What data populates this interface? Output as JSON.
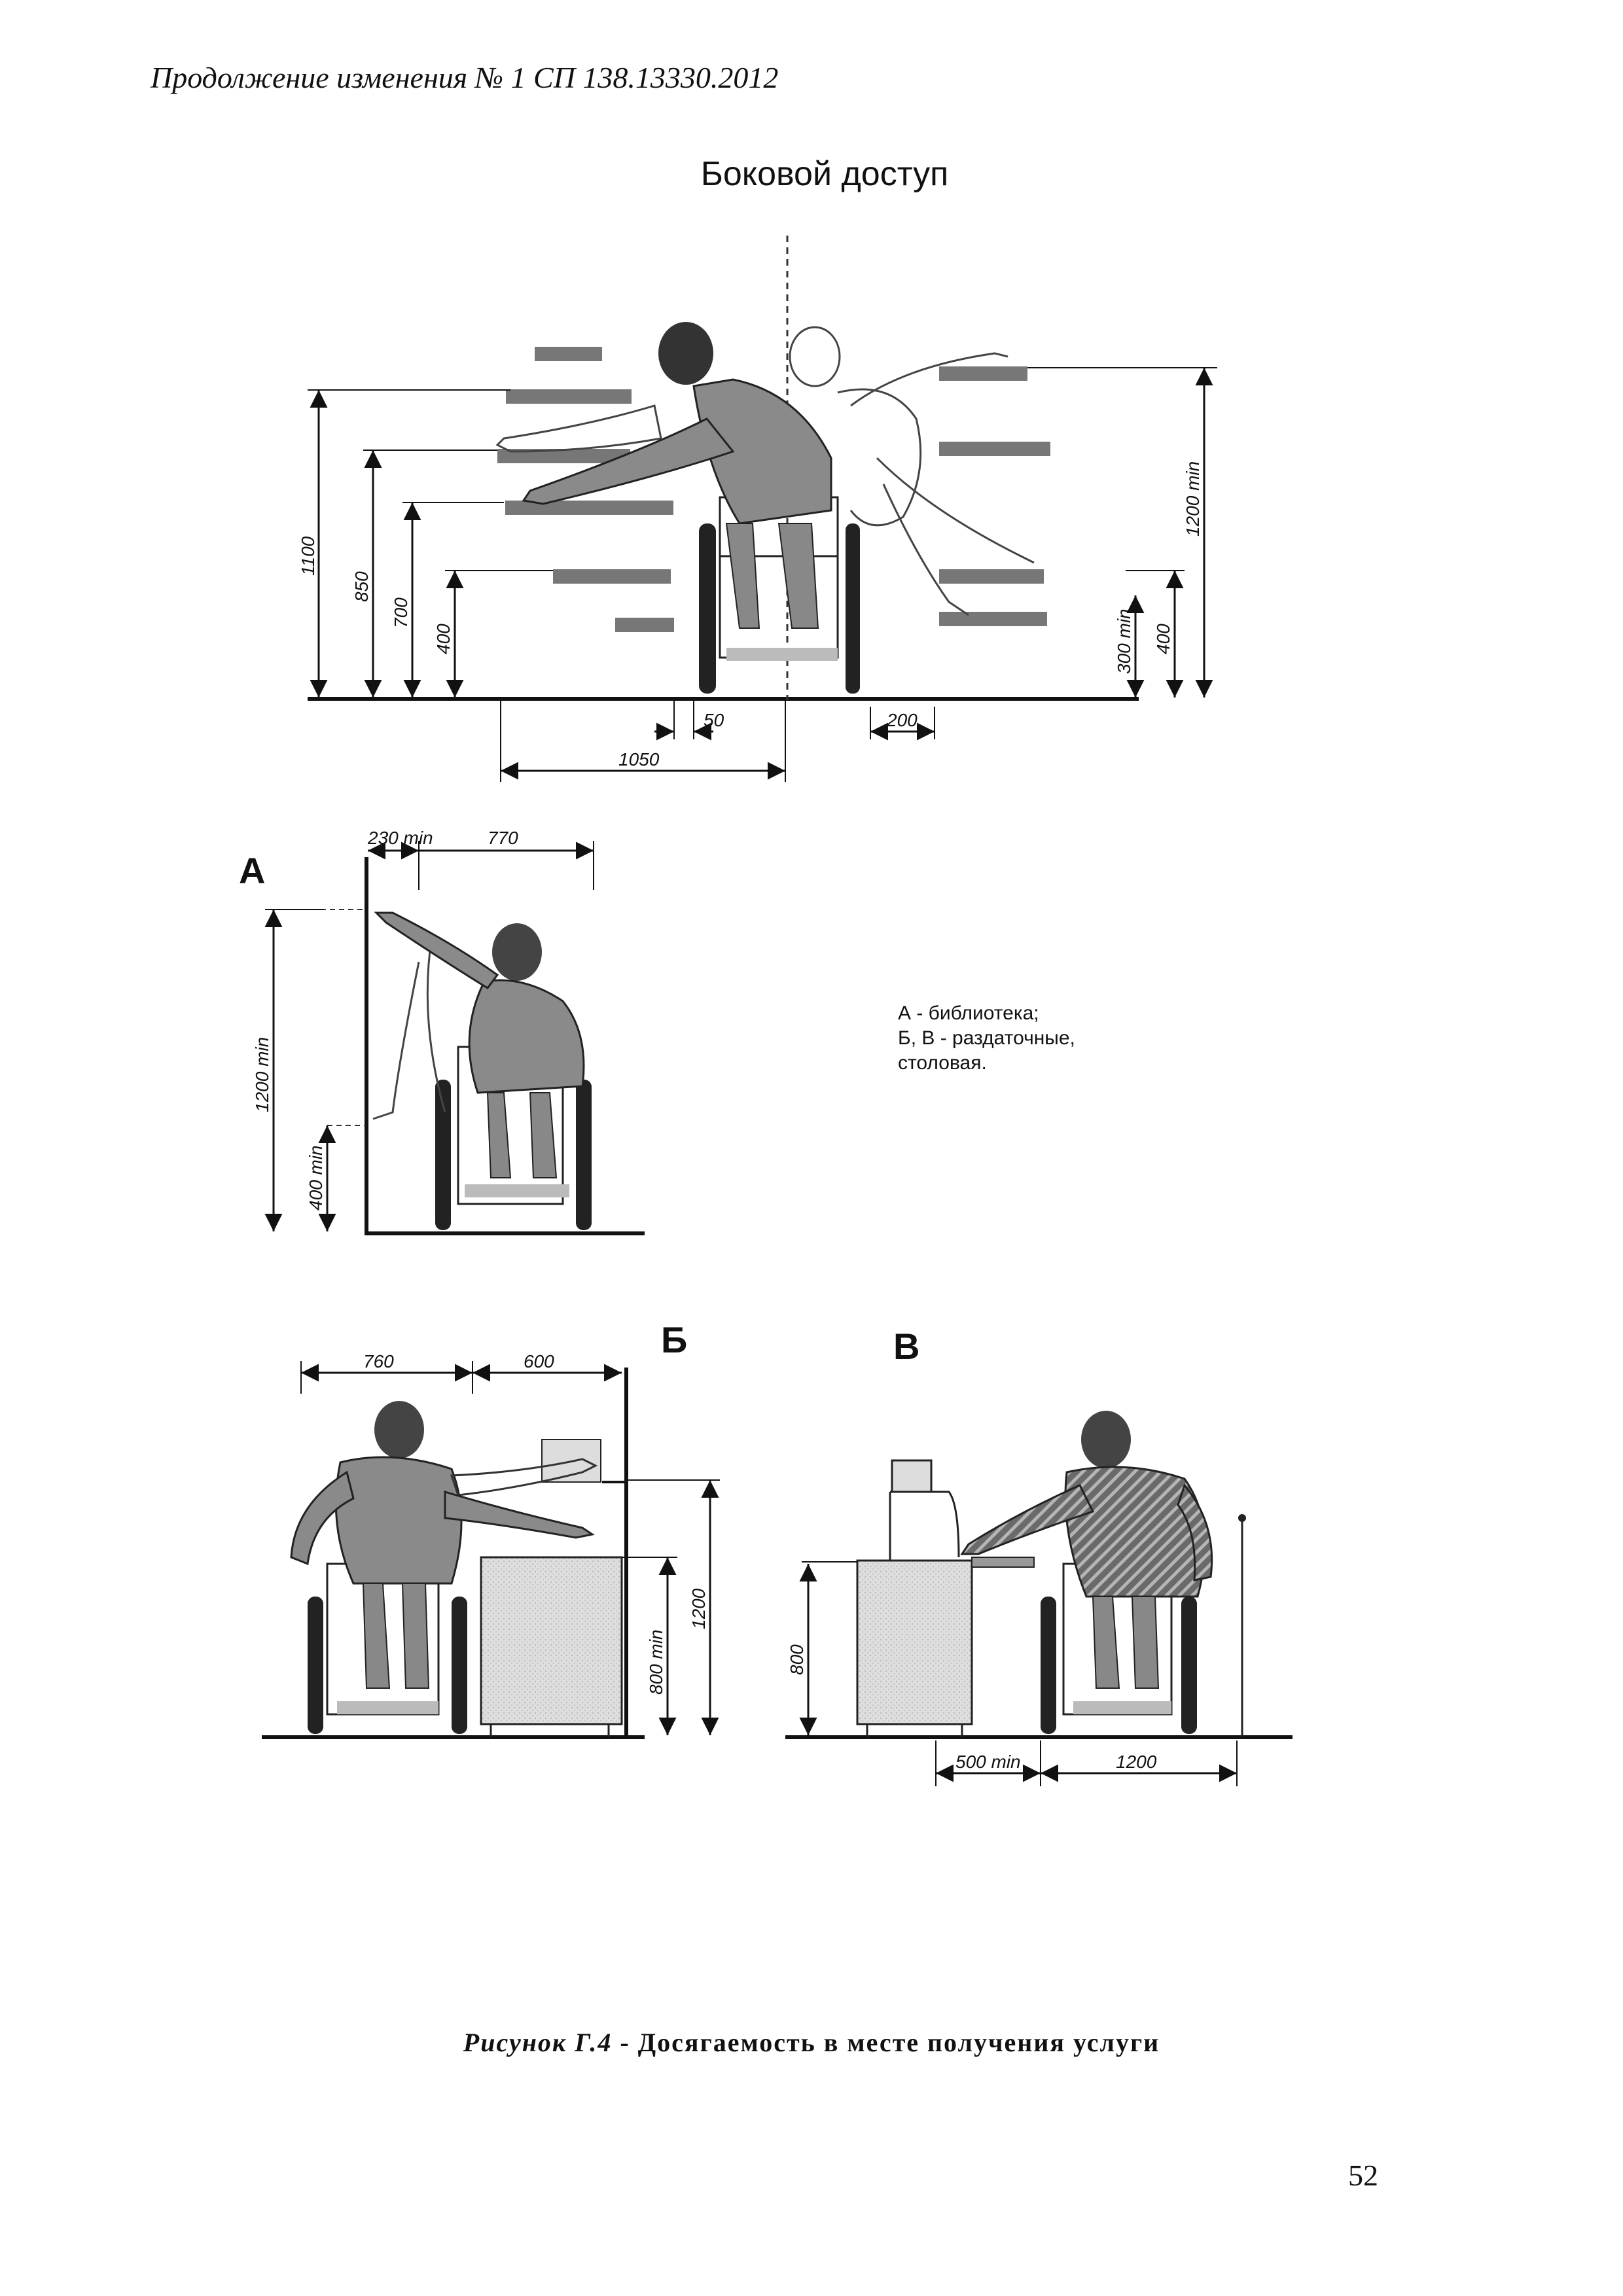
{
  "header": "Продолжение изменения № 1 СП 138.13330.2012",
  "section_title": "Боковой доступ",
  "side_access_dims": {
    "h1100": "1100",
    "h850": "850",
    "h700": "700",
    "h400": "400",
    "h1200min": "1200 min",
    "h400r": "400",
    "h300min": "300 min",
    "w50": "50",
    "w200": "200",
    "w1050": "1050"
  },
  "panel_a": {
    "letter": "А",
    "w230min": "230 min",
    "w770": "770",
    "h1200min": "1200 min",
    "h400min": "400 min"
  },
  "legend": {
    "line1": "А - библиотека;",
    "line2": "Б, В - раздаточные,",
    "line3": "столовая."
  },
  "panel_b": {
    "letter": "Б",
    "w760": "760",
    "w600": "600",
    "h800min": "800 min",
    "h1200": "1200"
  },
  "panel_v": {
    "letter": "В",
    "h800": "800",
    "w500min": "500 min",
    "w1200": "1200"
  },
  "caption": {
    "label": "Рисунок Г.4",
    "sep": " - ",
    "text": "Досягаемость в месте получения услуги"
  },
  "page_number": "52"
}
